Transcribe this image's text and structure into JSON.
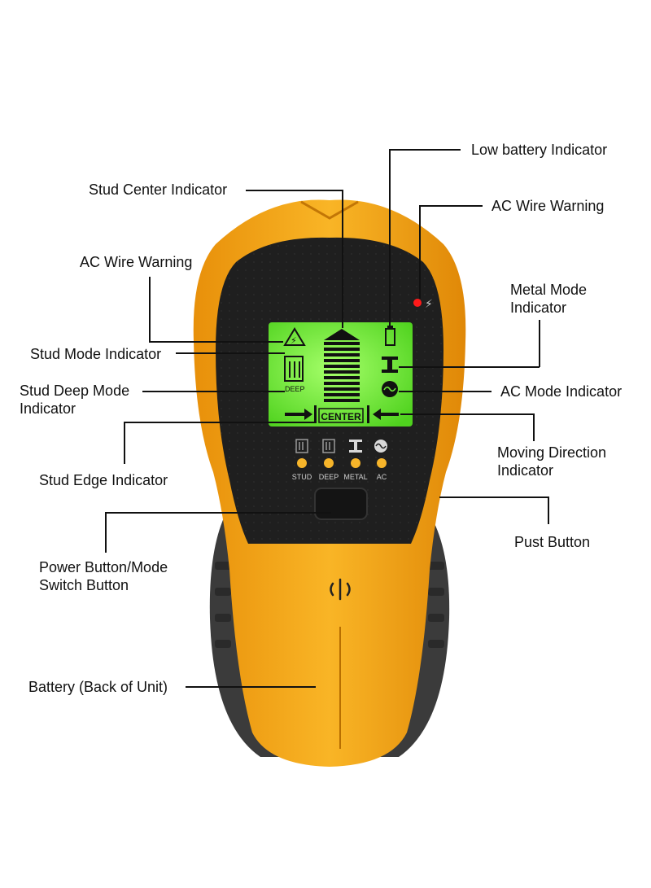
{
  "device": {
    "center_label": "CENTER",
    "deep_label": "DEEP",
    "modes": [
      {
        "label": "STUD",
        "icon": "stud-icon"
      },
      {
        "label": "DEEP",
        "icon": "stud-deep-icon"
      },
      {
        "label": "METAL",
        "icon": "metal-beam-icon"
      },
      {
        "label": "AC",
        "icon": "ac-wave-icon"
      }
    ],
    "colors": {
      "body": "#f4a71c",
      "body_dark": "#d78a06",
      "grip": "#3a3a3a",
      "face": "#1e1e1e",
      "lcd": "#6dea3a",
      "led": "#ff1a1a",
      "mode_led": "#f7b52a"
    }
  },
  "callouts": {
    "low_battery": "Low battery Indicator",
    "stud_center": "Stud Center Indicator",
    "ac_wire_warning_right": "AC Wire Warning",
    "ac_wire_warning_left": "AC Wire Warning",
    "metal_mode_1": "Metal Mode",
    "metal_mode_2": "Indicator",
    "stud_mode": "Stud Mode Indicator",
    "ac_mode": "AC Mode Indicator",
    "stud_deep_1": "Stud Deep Mode",
    "stud_deep_2": "Indicator",
    "moving_dir_1": "Moving Direction",
    "moving_dir_2": "Indicator",
    "stud_edge": "Stud Edge Indicator",
    "push_button": "Pust Button",
    "power_1": "Power Button/Mode",
    "power_2": "Switch Button",
    "battery": "Battery (Back of Unit)"
  }
}
